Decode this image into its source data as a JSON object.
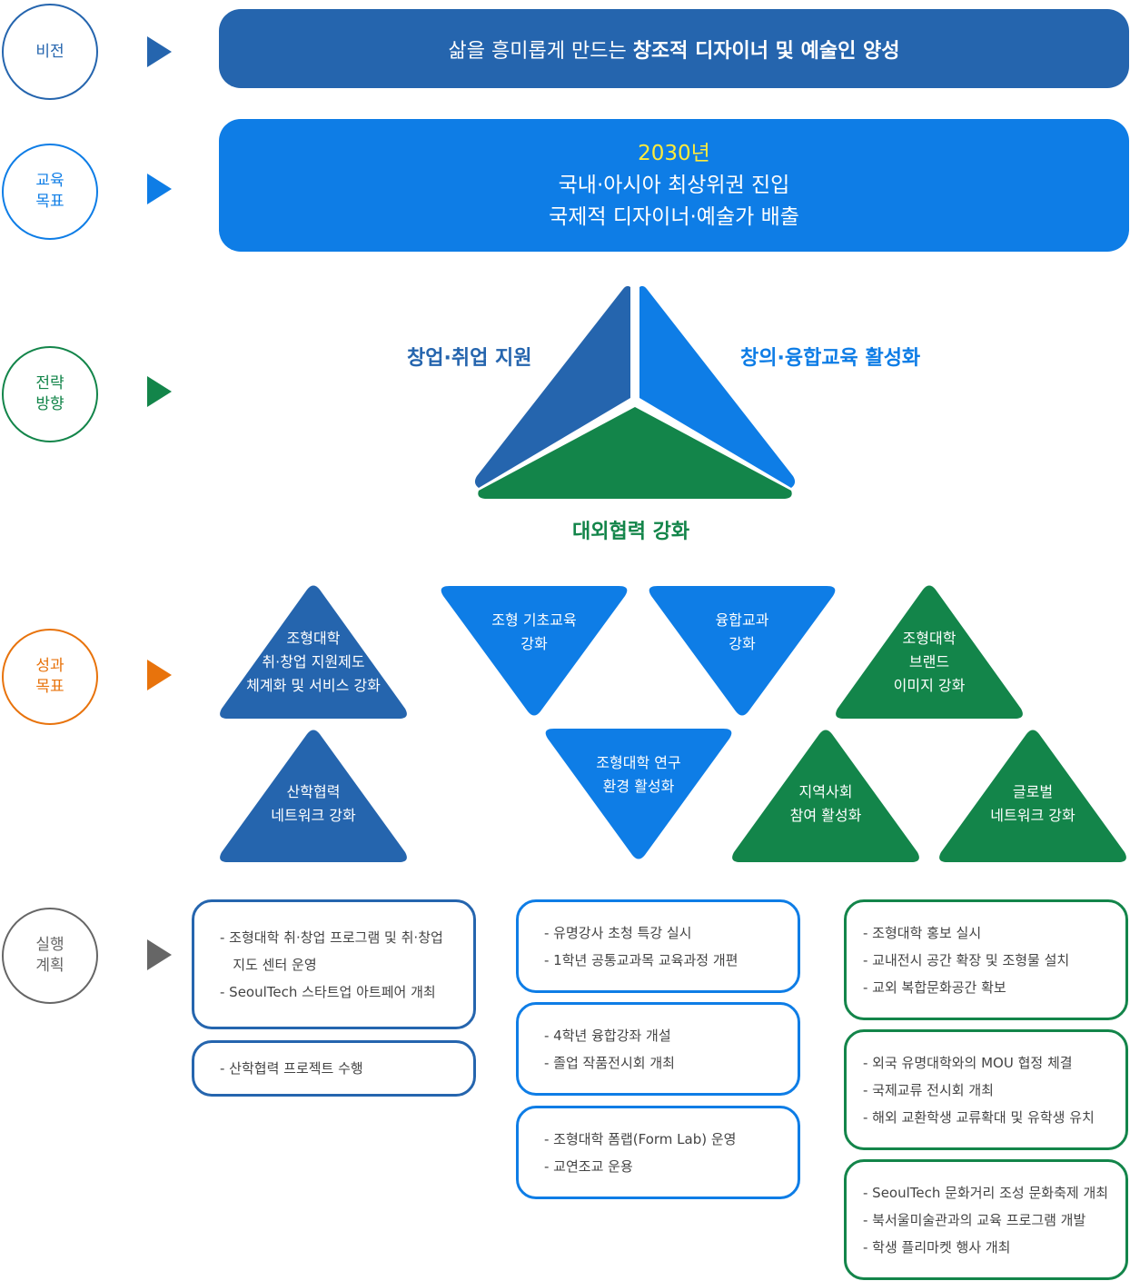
{
  "colors": {
    "navy": "#2565ae",
    "blue": "#0e7de6",
    "green": "#13854a",
    "orange": "#e8730c",
    "gray": "#666666",
    "yellow": "#ffeb3b"
  },
  "rows": [
    {
      "label": "비전",
      "color": "#2565ae"
    },
    {
      "label": "교육\n목표",
      "color": "#0e7de6"
    },
    {
      "label": "전략\n방향",
      "color": "#13854a"
    },
    {
      "label": "성과\n목표",
      "color": "#e8730c"
    },
    {
      "label": "실행\n계획",
      "color": "#666666"
    }
  ],
  "vision": {
    "pre": "삶을 흥미롭게 만드는 ",
    "bold": "창조적 디자이너 및 예술인 양성"
  },
  "goal": {
    "year": "2030년",
    "line1": "국내·아시아 최상위권 진입",
    "line2": "국제적 디자이너·예술가 배출"
  },
  "strategy": {
    "left": "창업·취업 지원",
    "right": "창의·융합교육 활성화",
    "bottom": "대외협력 강화"
  },
  "targets": [
    {
      "text": "조형대학\n취·창업 지원제도\n체계화 및 서비스 강화",
      "color": "#2565ae"
    },
    {
      "text": "산학협력\n네트워크 강화",
      "color": "#2565ae"
    },
    {
      "text": "조형 기초교육\n강화",
      "color": "#0e7de6"
    },
    {
      "text": "융합교과\n강화",
      "color": "#0e7de6"
    },
    {
      "text": "조형대학 연구\n환경 활성화",
      "color": "#0e7de6"
    },
    {
      "text": "조형대학\n브랜드\n이미지 강화",
      "color": "#13854a"
    },
    {
      "text": "지역사회\n참여 활성화",
      "color": "#13854a"
    },
    {
      "text": "글로벌\n네트워크 강화",
      "color": "#13854a"
    }
  ],
  "plans": [
    {
      "color": "#2565ae",
      "lines": [
        "- 조형대학 취·창업 프로그램 및 취·창업",
        "   지도 센터 운영",
        "- SeoulTech 스타트업 아트페어 개최"
      ]
    },
    {
      "color": "#2565ae",
      "lines": [
        "- 산학협력 프로젝트 수행"
      ]
    },
    {
      "color": "#0e7de6",
      "lines": [
        "- 유명강사 초청 특강 실시",
        "- 1학년 공통교과목 교육과정 개편"
      ]
    },
    {
      "color": "#0e7de6",
      "lines": [
        "- 4학년 융합강좌 개설",
        "- 졸업 작품전시회 개최"
      ]
    },
    {
      "color": "#0e7de6",
      "lines": [
        "- 조형대학 폼랩(Form Lab) 운영",
        "- 교연조교 운용"
      ]
    },
    {
      "color": "#13854a",
      "lines": [
        "- 조형대학 홍보 실시",
        "- 교내전시 공간 확장 및 조형물 설치",
        "- 교외 복합문화공간 확보"
      ]
    },
    {
      "color": "#13854a",
      "lines": [
        "- 외국 유명대학와의 MOU 협정 체결",
        "- 국제교류 전시회 개최",
        "- 해외 교환학생 교류확대 및 유학생 유치"
      ]
    },
    {
      "color": "#13854a",
      "lines": [
        "- SeoulTech 문화거리 조성 문화축제 개최",
        "- 북서울미술관과의 교육 프로그램 개발",
        "- 학생 플리마켓 행사 개최"
      ]
    }
  ]
}
